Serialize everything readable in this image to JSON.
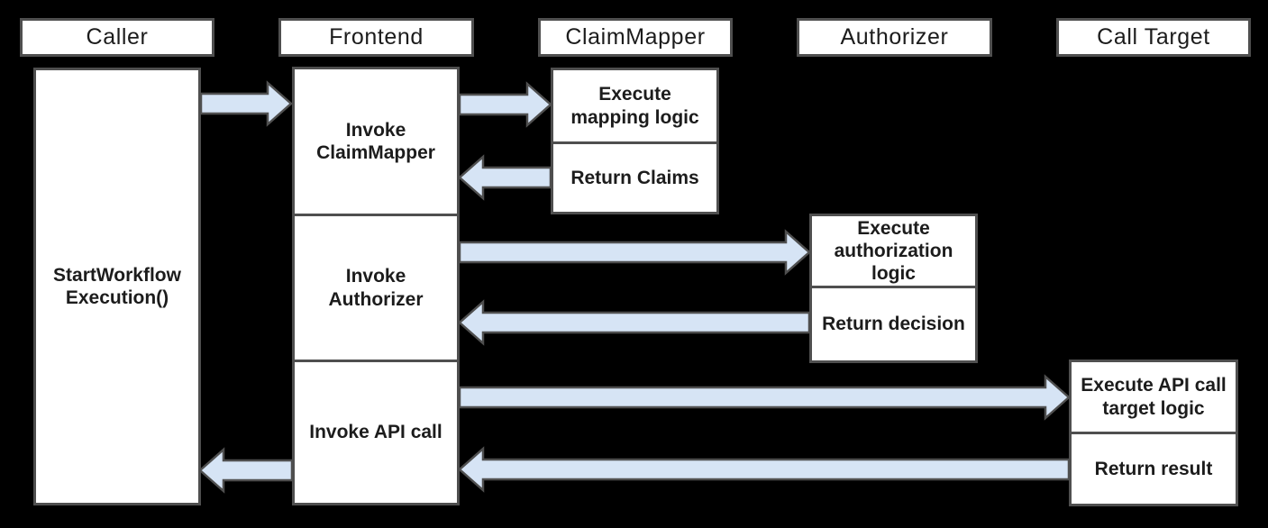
{
  "palette": {
    "background": "#000000",
    "box_fill": "#ffffff",
    "box_border": "#4f4f4f",
    "arrow_fill": "#d6e4f5",
    "arrow_border": "#4f4f4f",
    "text": "#1c1c1c"
  },
  "lanes": {
    "caller": {
      "label": "Caller"
    },
    "frontend": {
      "label": "Frontend"
    },
    "claim_mapper": {
      "label": "ClaimMapper"
    },
    "authorizer": {
      "label": "Authorizer"
    },
    "call_target": {
      "label": "Call Target"
    }
  },
  "boxes": {
    "start_workflow_execution": {
      "lane": "caller",
      "label": "StartWorkflow\nExecution()"
    },
    "invoke_claim_mapper": {
      "lane": "frontend",
      "label": "Invoke\nClaimMapper"
    },
    "invoke_authorizer": {
      "lane": "frontend",
      "label": "Invoke\nAuthorizer"
    },
    "invoke_api_call": {
      "lane": "frontend",
      "label": "Invoke API call"
    },
    "execute_mapping_logic": {
      "lane": "claim_mapper",
      "label": "Execute\nmapping logic"
    },
    "return_claims": {
      "lane": "claim_mapper",
      "label": "Return Claims"
    },
    "execute_authorization_logic": {
      "lane": "authorizer",
      "label": "Execute\nauthorization\nlogic"
    },
    "return_decision": {
      "lane": "authorizer",
      "label": "Return decision"
    },
    "execute_api_call_target_logic": {
      "lane": "call_target",
      "label": "Execute API call\ntarget logic"
    },
    "return_result": {
      "lane": "call_target",
      "label": "Return result"
    }
  },
  "arrows": [
    {
      "from": "caller",
      "to": "frontend",
      "at": "invoke_claim_mapper",
      "direction": "right"
    },
    {
      "from": "frontend",
      "to": "claim_mapper",
      "at": "execute_mapping_logic",
      "direction": "right"
    },
    {
      "from": "claim_mapper",
      "to": "frontend",
      "at": "return_claims",
      "direction": "left"
    },
    {
      "from": "frontend",
      "to": "authorizer",
      "at": "execute_authorization_logic",
      "direction": "right"
    },
    {
      "from": "authorizer",
      "to": "frontend",
      "at": "return_decision",
      "direction": "left"
    },
    {
      "from": "frontend",
      "to": "call_target",
      "at": "execute_api_call_target_logic",
      "direction": "right"
    },
    {
      "from": "call_target",
      "to": "frontend",
      "at": "return_result",
      "direction": "left"
    },
    {
      "from": "frontend",
      "to": "caller",
      "at": "return_result",
      "direction": "left"
    }
  ]
}
